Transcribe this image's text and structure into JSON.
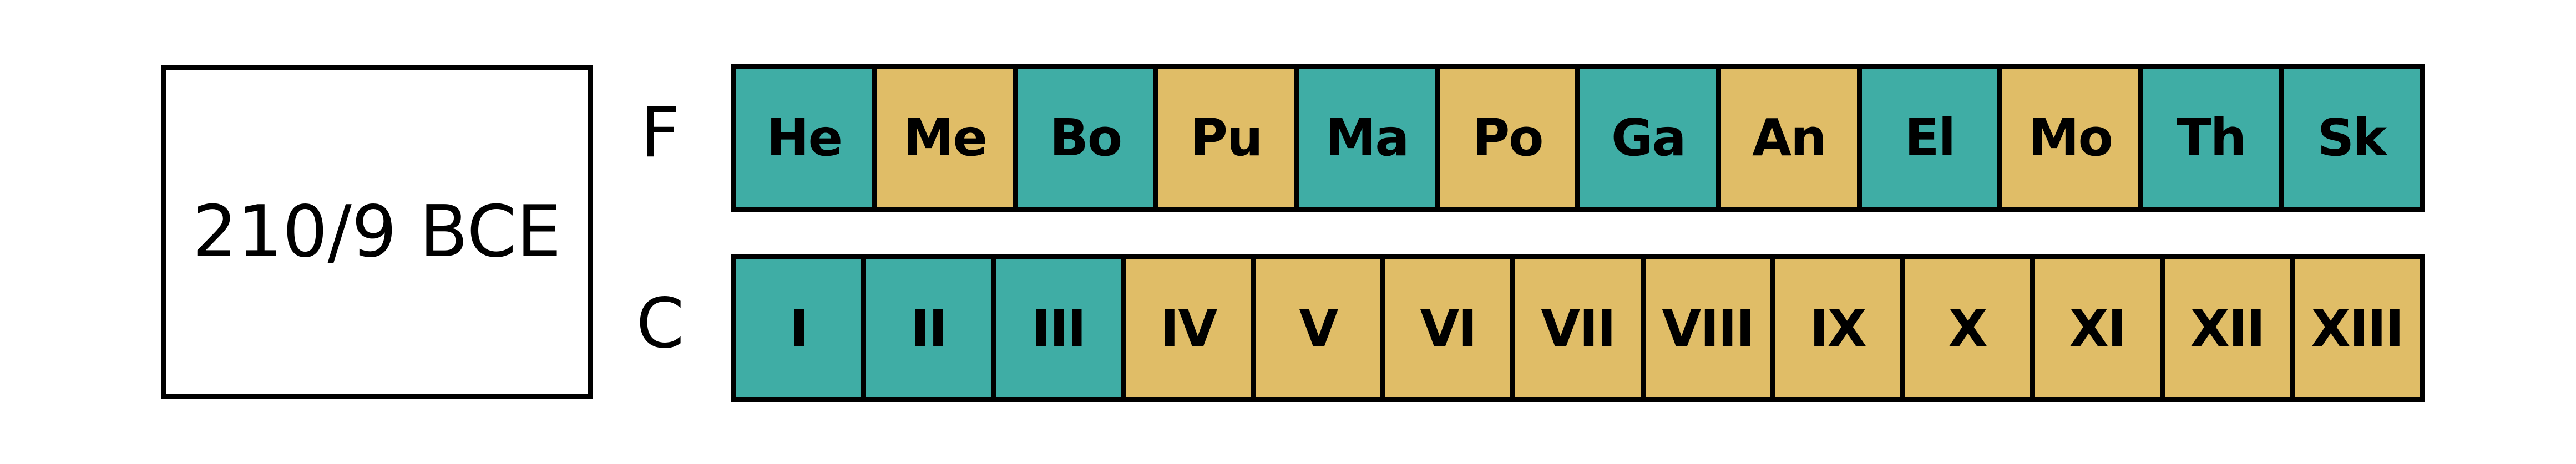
{
  "year_label": "210/9 BCE",
  "colors": {
    "teal": "#3fada5",
    "gold": "#e0bd67"
  },
  "rows": [
    {
      "label": "F",
      "cells": [
        {
          "text": "He",
          "color": "teal"
        },
        {
          "text": "Me",
          "color": "gold"
        },
        {
          "text": "Bo",
          "color": "teal"
        },
        {
          "text": "Pu",
          "color": "gold"
        },
        {
          "text": "Ma",
          "color": "teal"
        },
        {
          "text": "Po",
          "color": "gold"
        },
        {
          "text": "Ga",
          "color": "teal"
        },
        {
          "text": "An",
          "color": "gold"
        },
        {
          "text": "El",
          "color": "teal"
        },
        {
          "text": "Mo",
          "color": "gold"
        },
        {
          "text": "Th",
          "color": "teal"
        },
        {
          "text": "Sk",
          "color": "teal"
        }
      ]
    },
    {
      "label": "C",
      "cells": [
        {
          "text": "I",
          "color": "teal"
        },
        {
          "text": "II",
          "color": "teal"
        },
        {
          "text": "III",
          "color": "teal"
        },
        {
          "text": "IV",
          "color": "gold"
        },
        {
          "text": "V",
          "color": "gold"
        },
        {
          "text": "VI",
          "color": "gold"
        },
        {
          "text": "VII",
          "color": "gold"
        },
        {
          "text": "VIII",
          "color": "gold"
        },
        {
          "text": "IX",
          "color": "gold"
        },
        {
          "text": "X",
          "color": "gold"
        },
        {
          "text": "XI",
          "color": "gold"
        },
        {
          "text": "XII",
          "color": "gold"
        },
        {
          "text": "XIII",
          "color": "gold"
        }
      ]
    }
  ]
}
